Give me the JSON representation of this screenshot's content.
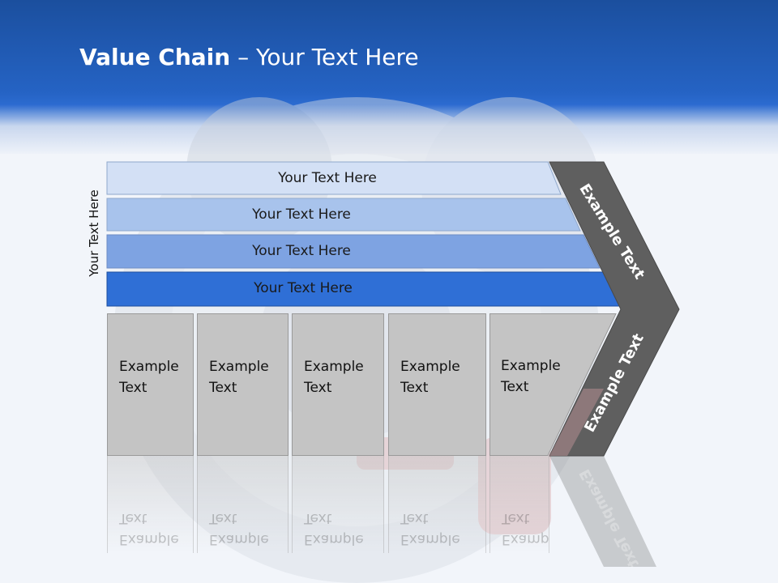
{
  "title": {
    "bold": "Value Chain",
    "rest": " – Your Text Here"
  },
  "side_label": "Your Text Here",
  "rows": [
    {
      "label": "Your Text Here",
      "color": "#d3e0f5"
    },
    {
      "label": "Your Text Here",
      "color": "#a8c3ec"
    },
    {
      "label": "Your Text Here",
      "color": "#7ea3e2"
    },
    {
      "label": "Your Text Here",
      "color": "#2f6fd6"
    }
  ],
  "boxes": [
    {
      "line1": "Example",
      "line2": "Text"
    },
    {
      "line1": "Example",
      "line2": "Text"
    },
    {
      "line1": "Example",
      "line2": "Text"
    },
    {
      "line1": "Example",
      "line2": "Text"
    },
    {
      "line1": "Example",
      "line2": "Text"
    }
  ],
  "chevron": {
    "upper": "Example Text",
    "lower": "Example Text",
    "color": "#5f5f5f"
  }
}
